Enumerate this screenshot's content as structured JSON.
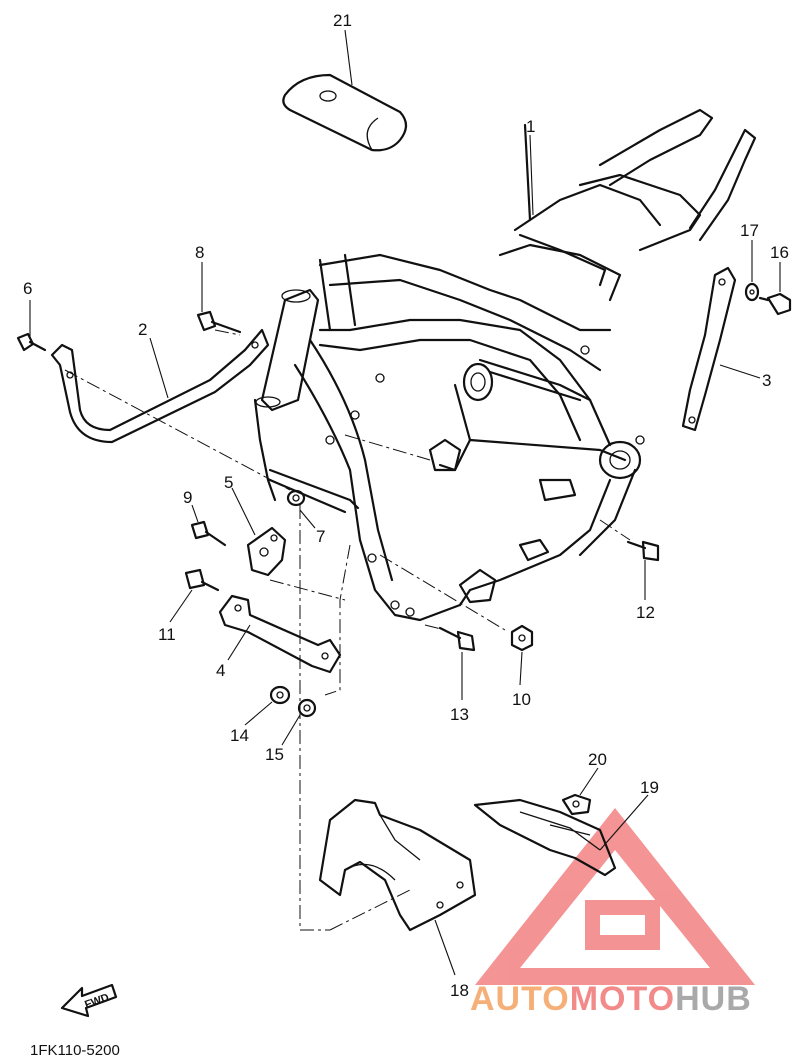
{
  "diagram": {
    "part_code": "1FK110-5200",
    "fwd_label": "FWD",
    "callouts": [
      "1",
      "2",
      "3",
      "4",
      "5",
      "6",
      "7",
      "8",
      "9",
      "10",
      "11",
      "12",
      "13",
      "14",
      "15",
      "16",
      "17",
      "18",
      "19",
      "20",
      "21"
    ]
  },
  "watermark": {
    "text_parts": [
      "AUTO",
      "MOTO",
      "HUB"
    ],
    "colors": {
      "auto": "#f5b07a",
      "moto": "#f28a8a",
      "hub": "#a9a9a9",
      "triangle": "#f07070"
    }
  }
}
